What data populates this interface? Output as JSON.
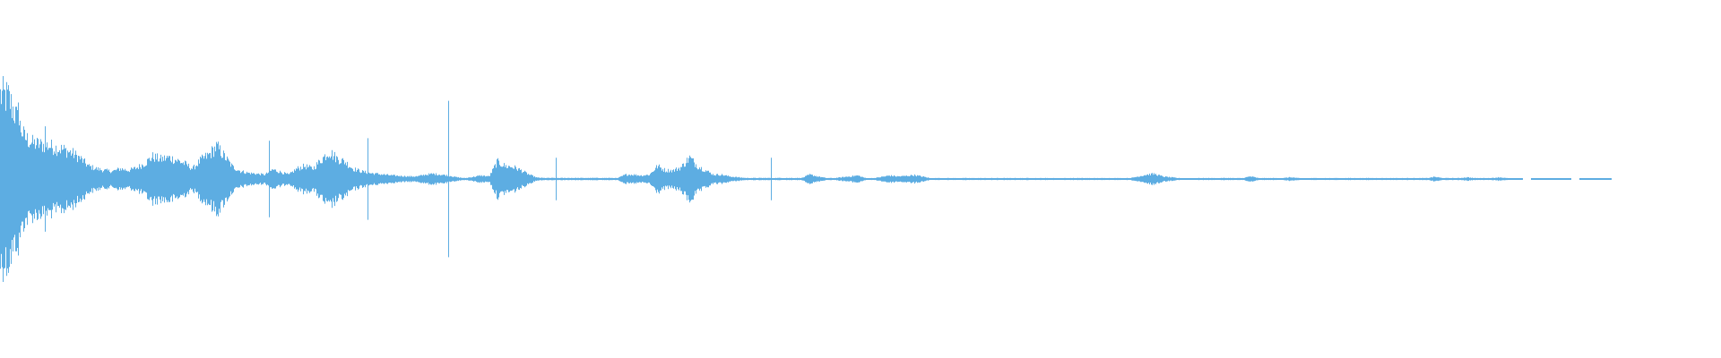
{
  "waveform": {
    "color": "#5dade2",
    "background": "#ffffff",
    "amplitude_envelope": [
      0.98,
      0.95,
      0.72,
      0.49,
      0.42,
      0.4,
      0.39,
      0.36,
      0.34,
      0.3,
      0.24,
      0.15,
      0.12,
      0.1,
      0.09,
      0.12,
      0.1,
      0.13,
      0.18,
      0.26,
      0.23,
      0.25,
      0.22,
      0.18,
      0.12,
      0.22,
      0.28,
      0.38,
      0.26,
      0.14,
      0.09,
      0.07,
      0.06,
      0.05,
      0.11,
      0.08,
      0.05,
      0.12,
      0.15,
      0.12,
      0.22,
      0.32,
      0.24,
      0.2,
      0.12,
      0.09,
      0.07,
      0.06,
      0.05,
      0.04,
      0.035,
      0.03,
      0.03,
      0.05,
      0.06,
      0.05,
      0.04,
      0.02,
      0.01,
      0.025,
      0.04,
      0.03,
      0.2,
      0.15,
      0.14,
      0.1,
      0.05,
      0.015,
      0.012,
      0.012,
      0.012,
      0.012,
      0.012,
      0.012,
      0.012,
      0.012,
      0.012,
      0.01,
      0.05,
      0.05,
      0.04,
      0.05,
      0.15,
      0.1,
      0.1,
      0.14,
      0.25,
      0.15,
      0.1,
      0.05,
      0.05,
      0.03,
      0.02,
      0.012,
      0.012,
      0.012,
      0.012,
      0.012,
      0.012,
      0.012,
      0.012,
      0.05,
      0.03,
      0.012,
      0.01,
      0.02,
      0.03,
      0.04,
      0.01,
      0.01,
      0.025,
      0.04,
      0.03,
      0.035,
      0.045,
      0.03,
      0.01,
      0.01,
      0.01,
      0.01,
      0.01,
      0.01,
      0.01,
      0.01,
      0.01,
      0.01,
      0.01,
      0.01,
      0.01,
      0.01,
      0.01,
      0.01,
      0.01,
      0.01,
      0.01,
      0.01,
      0.01,
      0.01,
      0.01,
      0.01,
      0.01,
      0.01,
      0.03,
      0.05,
      0.06,
      0.03,
      0.02,
      0.01,
      0.01,
      0.01,
      0.01,
      0.01,
      0.01,
      0.012,
      0.01,
      0.01,
      0.03,
      0.01,
      0.01,
      0.01,
      0.01,
      0.02,
      0.01,
      0.01,
      0.01,
      0.01,
      0.01,
      0.01,
      0.01,
      0.01,
      0.01,
      0.01,
      0.01,
      0.01,
      0.01,
      0.01,
      0.01,
      0.01,
      0.01,
      0.025,
      0.01,
      0.01,
      0.01,
      0.02,
      0.01,
      0.01,
      0.01,
      0.02,
      0.01,
      0.005,
      0.0,
      0.0,
      0.005,
      0.005,
      0.005,
      0.005,
      0.0,
      0.0,
      0.005,
      0.005,
      0.005,
      0.0,
      0.0
    ],
    "transients": [
      0.0,
      0.02,
      0.05,
      0.3,
      0.41,
      0.5,
      0.62,
      0.86
    ]
  }
}
